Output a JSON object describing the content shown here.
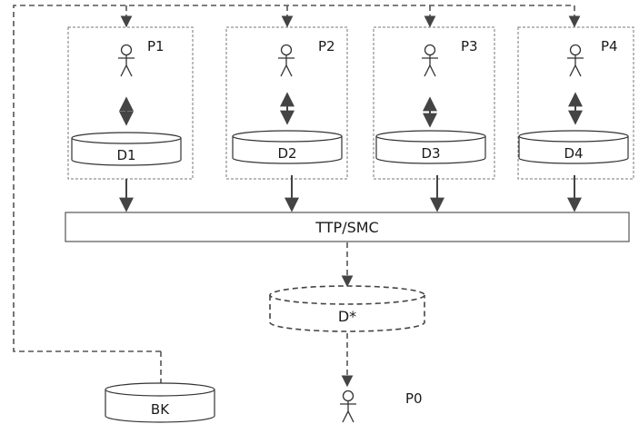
{
  "diagram": {
    "parties": [
      {
        "actor": "P1",
        "db": "D1"
      },
      {
        "actor": "P2",
        "db": "D2"
      },
      {
        "actor": "P3",
        "db": "D3"
      },
      {
        "actor": "P4",
        "db": "D4"
      }
    ],
    "central_box": "TTP/SMC",
    "result_db": "D*",
    "backup_db": "BK",
    "receiver": "P0"
  },
  "colors": {
    "stroke": "#444444",
    "box_dashed": "#777777",
    "text": "#1a1a1a"
  }
}
